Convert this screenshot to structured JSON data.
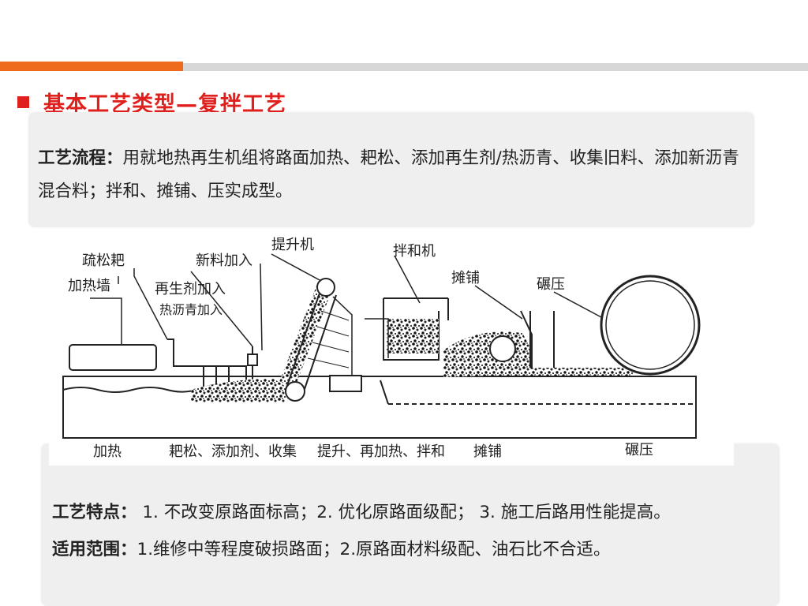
{
  "header": {
    "title": "基本工艺类型—复拌工艺",
    "accent_color": "#ee6a1c",
    "title_color": "#e0201d"
  },
  "flow": {
    "label": "工艺流程：",
    "text": "用就地热再生机组将路面加热、耙松、添加再生剂/热沥青、收集旧料、添加新沥青混合料；拌和、摊铺、压实成型。"
  },
  "diagram": {
    "callouts": {
      "rake": "疏松耙",
      "new_material": "新料加入",
      "elevator": "提升机",
      "mixer": "拌和机",
      "heater_wall": "加热墙",
      "rejuvenator": "再生剂加入",
      "hot_asphalt": "热沥青加入",
      "paver": "摊铺",
      "roller": "碾压"
    },
    "stages": {
      "heating": "加热",
      "rake_add_collect": "耙松、添加剂、收集",
      "lift_reheat_mix": "提升、再加热、拌和",
      "paving": "摊铺",
      "compaction": "碾压"
    }
  },
  "features": {
    "label": "工艺特点：",
    "text": " 1. 不改变原路面标高；2. 优化原路面级配；  3. 施工后路用性能提高。"
  },
  "scope": {
    "label": "适用范围：",
    "text": "1.维修中等程度破损路面；2.原路面材料级配、油石比不合适。"
  }
}
